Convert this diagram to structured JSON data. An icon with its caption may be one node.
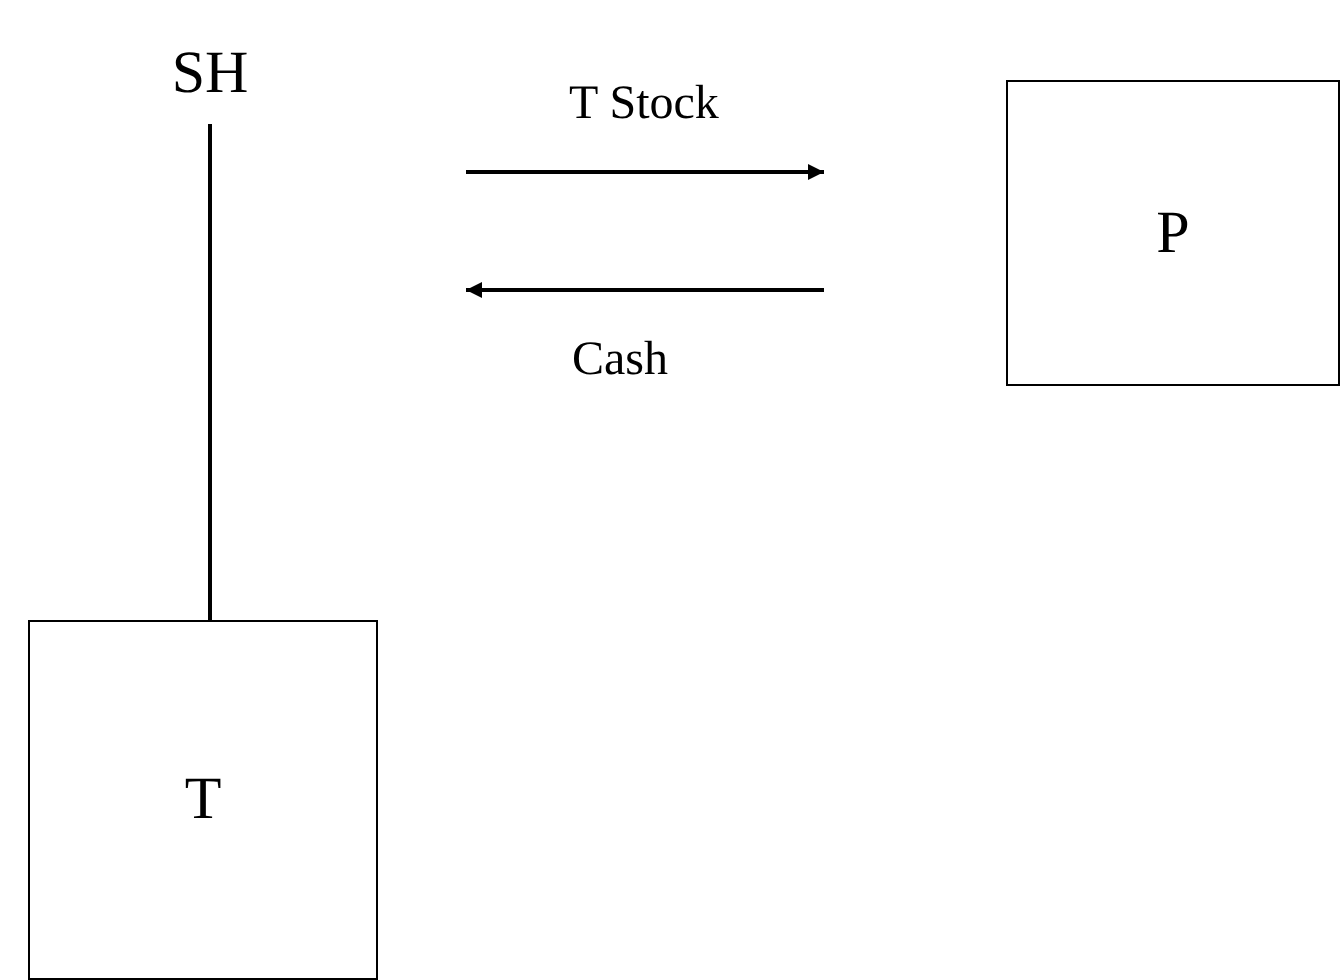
{
  "diagram": {
    "nodes": [
      {
        "text": [
          "SH"
        ]
      },
      {
        "text": [
          "P"
        ]
      },
      {
        "text": [
          "T"
        ]
      }
    ],
    "edges": [
      {
        "from": 0,
        "to": 2,
        "arrow": "none"
      }
    ],
    "labels": [
      "T Stock",
      "Cash"
    ]
  }
}
